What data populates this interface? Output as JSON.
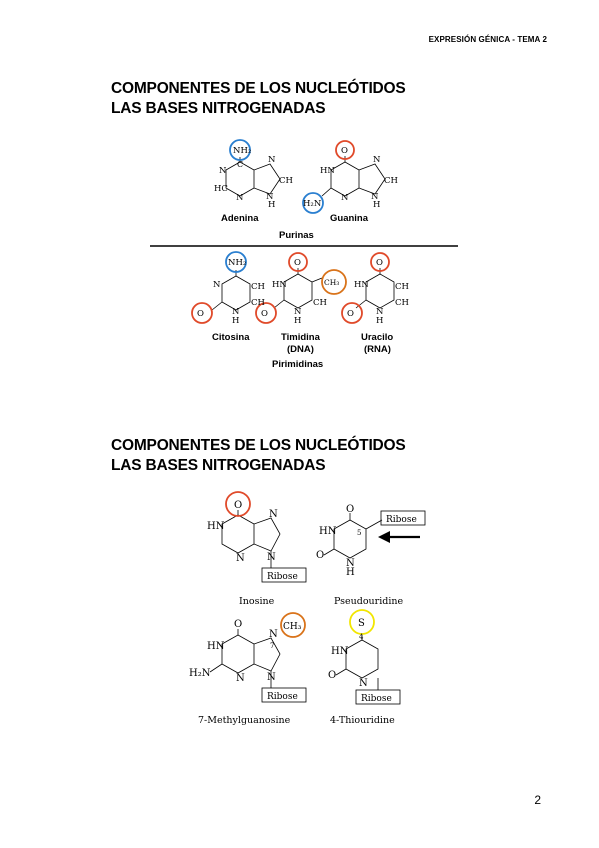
{
  "header": {
    "text": "EXPRESIÓN GÉNICA - TEMA 2"
  },
  "section1": {
    "title_line1": "COMPONENTES DE LOS NUCLEÓTIDOS",
    "title_line2": "LAS BASES NITROGENADAS",
    "purines": {
      "adenina": {
        "name": "Adenina",
        "group": "NH₂"
      },
      "guanina": {
        "name": "Guanina",
        "group_top": "O",
        "group_left": "H₂N"
      },
      "label": "Purinas"
    },
    "pyrimidines": {
      "citosina": {
        "name": "Citosina",
        "group_top": "NH₂",
        "group_left": "O"
      },
      "timidina": {
        "name": "Timidina",
        "sub": "(DNA)",
        "group_top": "O",
        "group_right": "CH₃",
        "group_left": "O"
      },
      "uracilo": {
        "name": "Uracilo",
        "sub": "(RNA)",
        "group_top": "O",
        "group_left": "O"
      },
      "label": "Pirimidinas"
    }
  },
  "section2": {
    "title_line1": "COMPONENTES DE LOS NUCLEÓTIDOS",
    "title_line2": "LAS BASES NITROGENADAS",
    "inosine": {
      "name": "Inosine",
      "group": "O",
      "sugar": "Ribose"
    },
    "pseudouridine": {
      "name": "Pseudouridine",
      "sugar": "Ribose",
      "position": "5"
    },
    "methylguanosine": {
      "name": "7-Methylguanosine",
      "group": "CH₃",
      "sugar": "Ribose",
      "position": "7",
      "amine": "H₂N"
    },
    "thiouridine": {
      "name": "4-Thiouridine",
      "group": "S",
      "sugar": "Ribose",
      "position": "4"
    }
  },
  "atoms": {
    "N": "N",
    "C": "C",
    "H": "H",
    "O": "O",
    "HN": "HN",
    "CH": "CH",
    "HC": "HC"
  },
  "colors": {
    "red": "#e04a2a",
    "blue": "#2a7fd0",
    "orange": "#d9731a",
    "yellow": "#f2e600"
  },
  "footer": {
    "page_number": "2"
  }
}
